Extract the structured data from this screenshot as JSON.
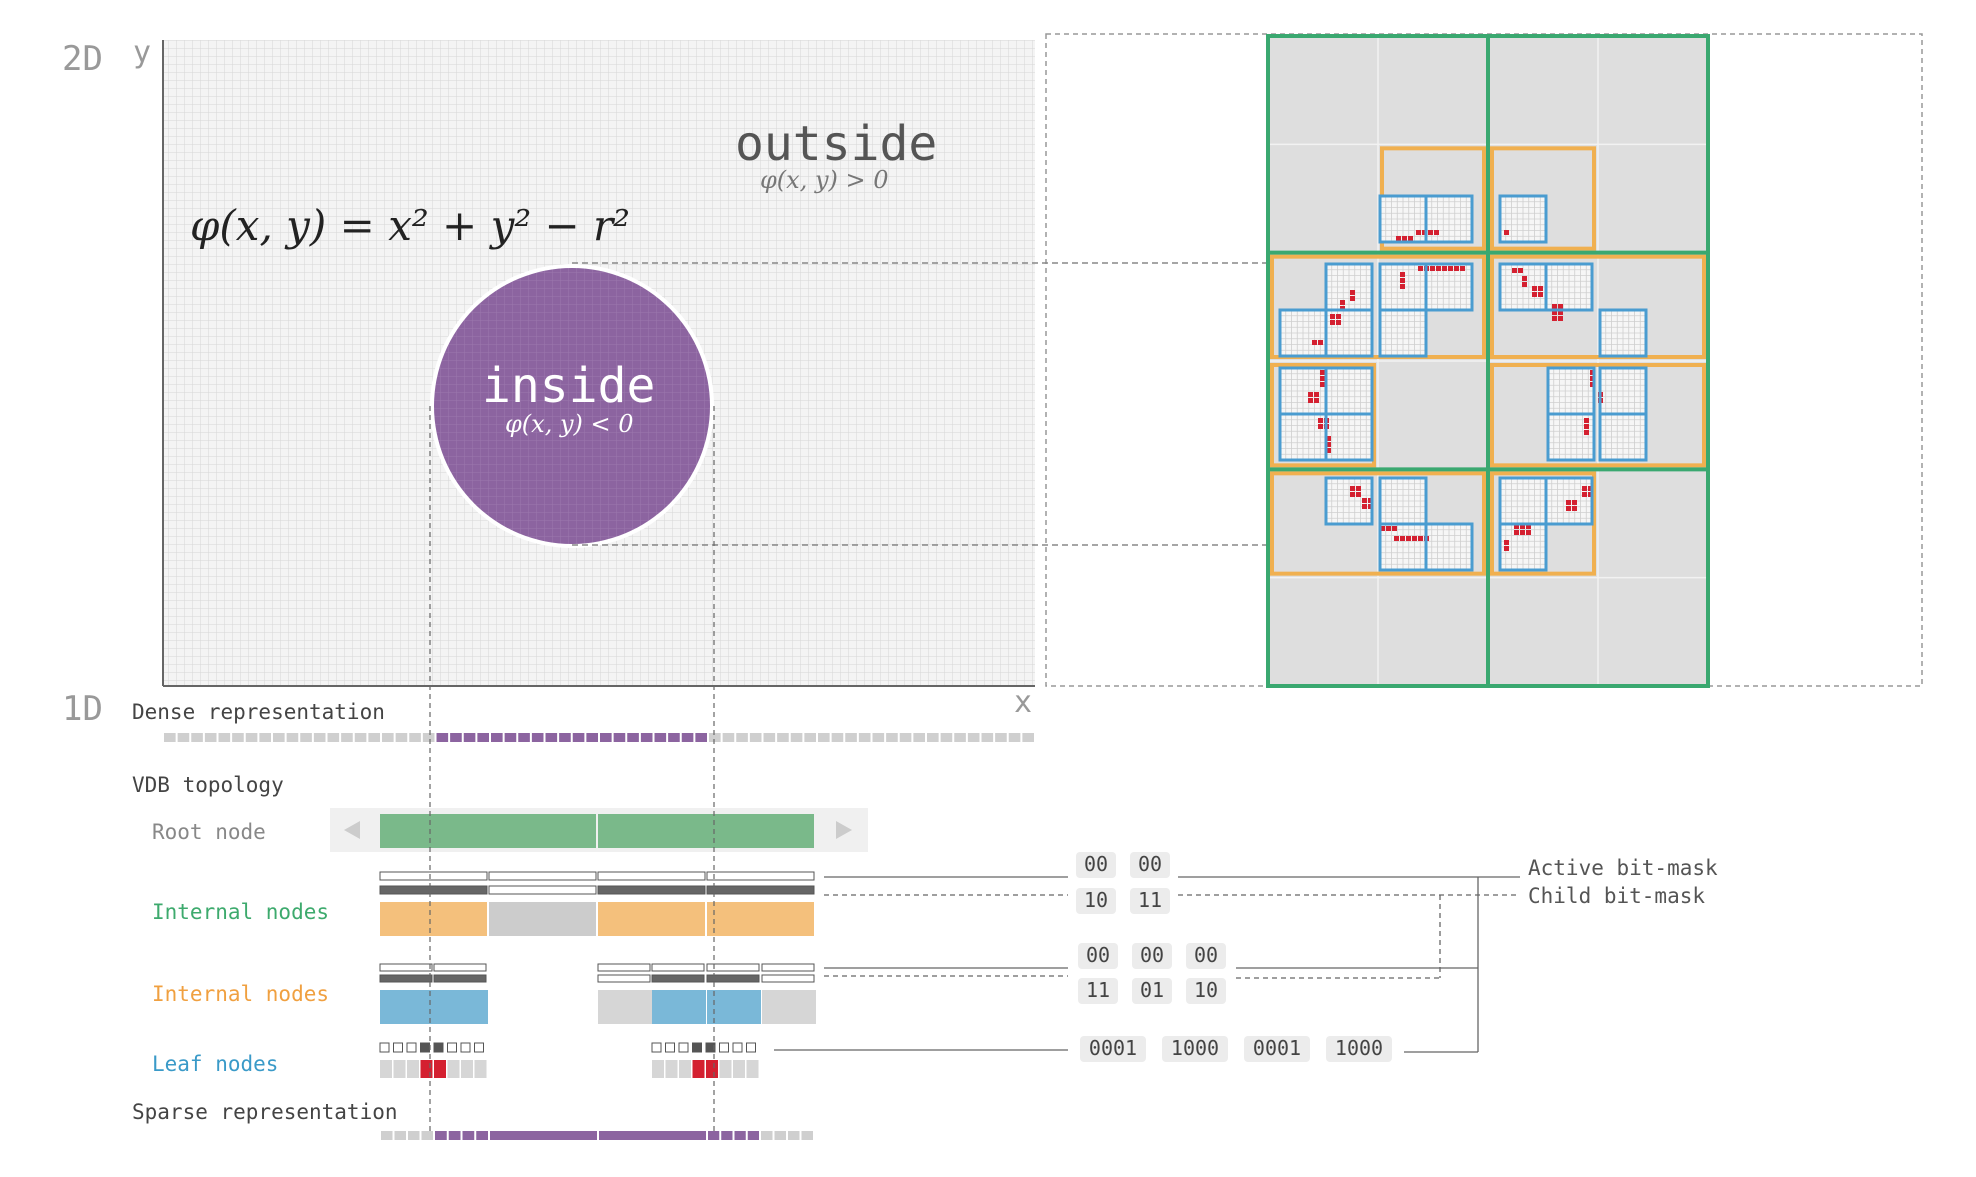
{
  "labels": {
    "dim_2d": "2D",
    "dim_1d": "1D",
    "axis_y": "y",
    "axis_x": "x",
    "equation": "φ(x, y) = x² + y² − r²",
    "outside_label": "outside",
    "outside_condition": "φ(x, y) > 0",
    "inside_label": "inside",
    "inside_condition": "φ(x, y) < 0",
    "dense_representation": "Dense representation",
    "vdb_topology": "VDB topology",
    "root_node": "Root node",
    "internal_nodes_green": "Internal nodes",
    "internal_nodes_orange": "Internal nodes",
    "leaf_nodes": "Leaf nodes",
    "sparse_representation": "Sparse representation",
    "active_bitmask": "Active bit-mask",
    "child_bitmask": "Child bit-mask"
  },
  "bitmasks": {
    "internal_green": {
      "active": [
        "00",
        "00"
      ],
      "child": [
        "10",
        "11"
      ]
    },
    "internal_orange": {
      "active": [
        "00",
        "00",
        "00"
      ],
      "child": [
        "11",
        "01",
        "10"
      ]
    },
    "leaf": [
      "0001",
      "1000",
      "0001",
      "1000"
    ]
  },
  "colors": {
    "inside": "#8c64a0",
    "grid": "#dcdcdc",
    "root_green": "#7ab98a",
    "internal_green_text": "#3daa6d",
    "internal_orange": "#f4c07c",
    "internal_orange_text": "#f0a040",
    "leaf_blue": "#7ab8d8",
    "leaf_blue_text": "#3a9ac8",
    "active_red": "#d42030",
    "frame_green": "#3aa870",
    "frame_orange": "#f0b050",
    "frame_blue": "#4a9cd0"
  }
}
